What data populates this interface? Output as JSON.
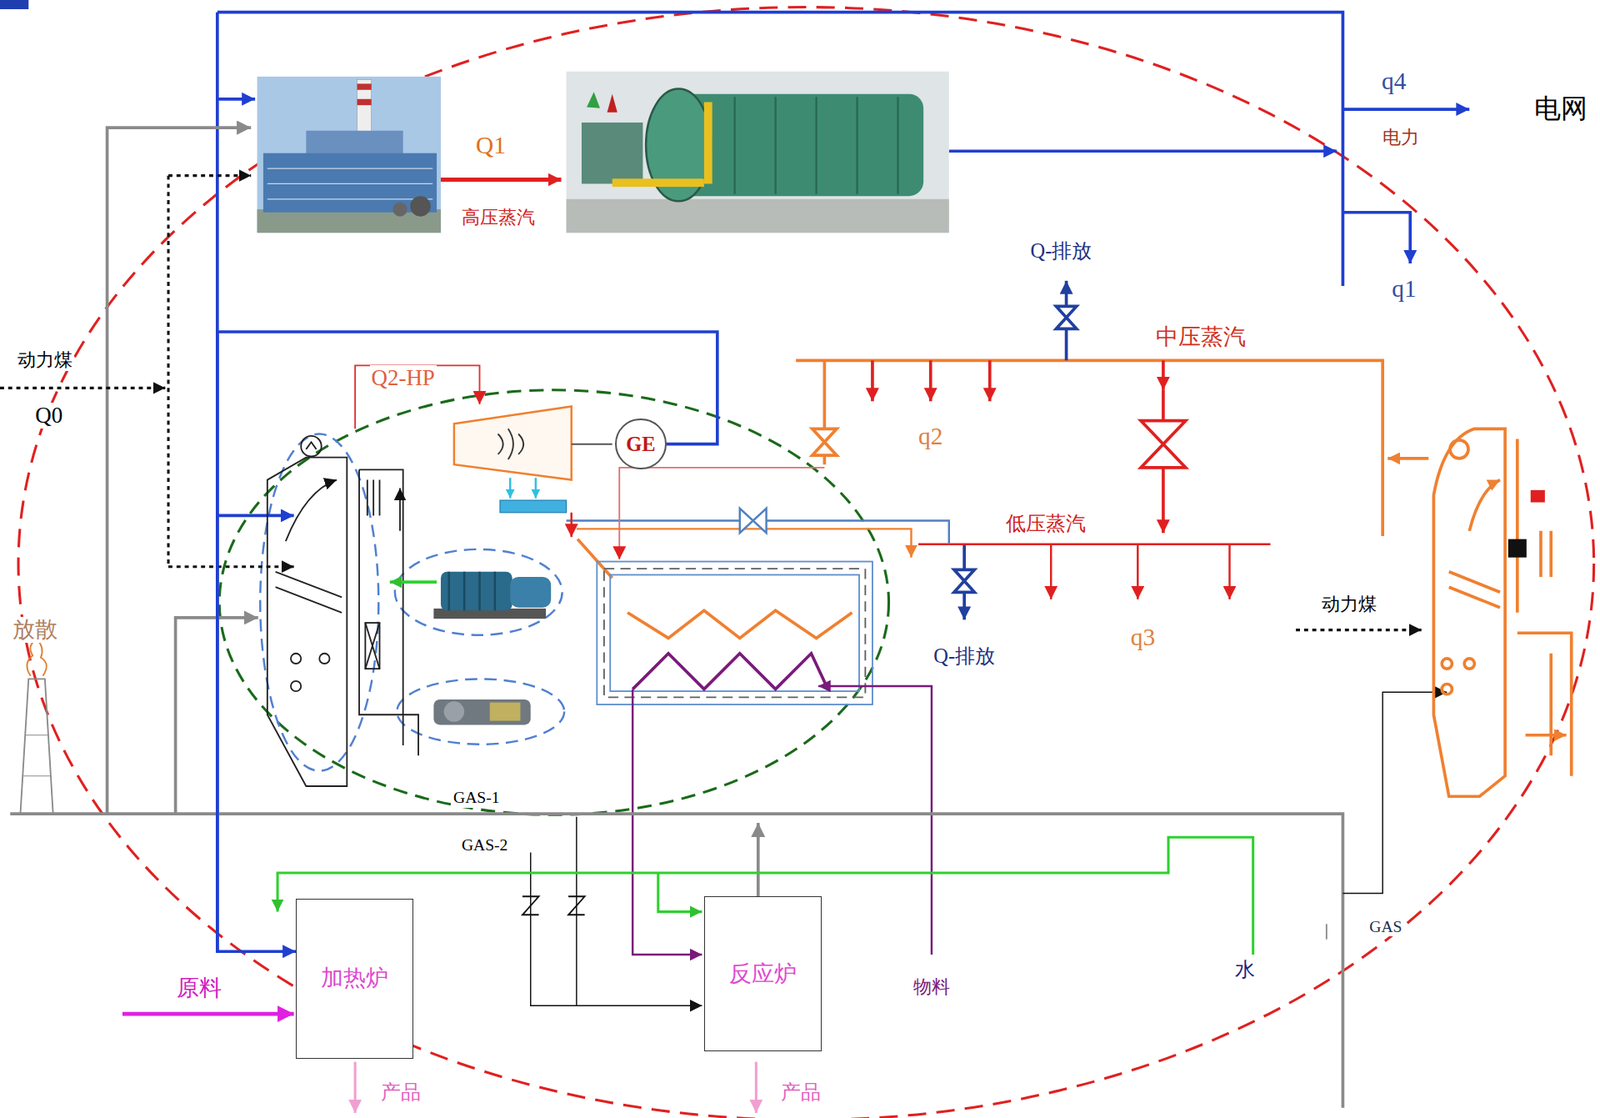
{
  "diagram": {
    "nodes": [
      {
        "text": [
          "GE"
        ]
      },
      {
        "text": [
          "加热炉"
        ]
      },
      {
        "text": [
          "反应炉"
        ]
      }
    ],
    "edges": [
      {
        "from": 0,
        "to": 1,
        "arrow": "to"
      }
    ],
    "labels": [
      "Q1",
      "高压蒸汽",
      "q4",
      "电力",
      "电网",
      "q1",
      "Q-排放",
      "中压蒸汽",
      "动力煤",
      "Q0",
      "Q2-HP",
      "q2",
      "低压蒸汽",
      "Q-排放",
      "q3",
      "动力煤",
      "放散",
      "GAS-1",
      "GAS-2",
      "GAS",
      "原料",
      "物料",
      "水",
      "产品",
      "产品"
    ]
  }
}
